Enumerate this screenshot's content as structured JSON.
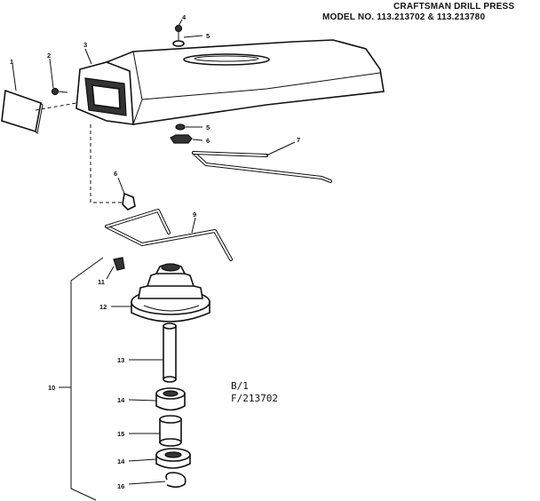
{
  "header": {
    "line1": "CRAFTSMAN DRILL PRESS",
    "line2": "MODEL NO. 113.213702 & 113.213780"
  },
  "note": {
    "line1": "B/1",
    "line2": "F/213702"
  },
  "callouts": [
    {
      "id": "1",
      "label": "1"
    },
    {
      "id": "2",
      "label": "2"
    },
    {
      "id": "3",
      "label": "3"
    },
    {
      "id": "4",
      "label": "4"
    },
    {
      "id": "5a",
      "label": "5"
    },
    {
      "id": "5b",
      "label": "5"
    },
    {
      "id": "6a",
      "label": "6"
    },
    {
      "id": "6b",
      "label": "6"
    },
    {
      "id": "7",
      "label": "7"
    },
    {
      "id": "9",
      "label": "9"
    },
    {
      "id": "10",
      "label": "10"
    },
    {
      "id": "11",
      "label": "11"
    },
    {
      "id": "12",
      "label": "12"
    },
    {
      "id": "13",
      "label": "13"
    },
    {
      "id": "14a",
      "label": "14"
    },
    {
      "id": "15",
      "label": "15"
    },
    {
      "id": "14b",
      "label": "14"
    },
    {
      "id": "16",
      "label": "16"
    }
  ]
}
